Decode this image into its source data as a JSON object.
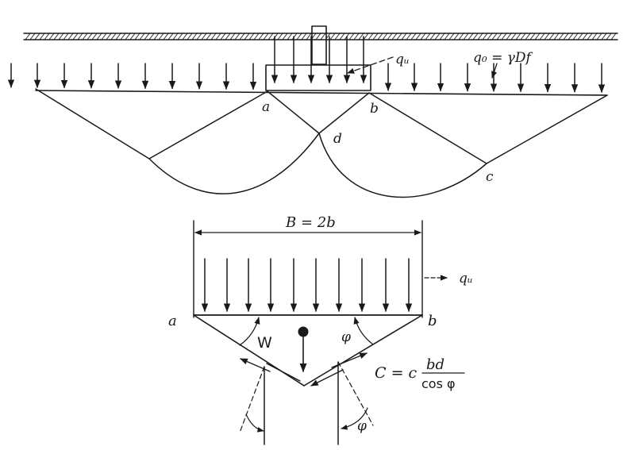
{
  "diagram": {
    "labels": {
      "qu_top": "qᵤ",
      "q0": "q₀ = γDf",
      "point_a_top": "a",
      "point_b_top": "b",
      "point_d": "d",
      "point_c": "c",
      "width": "B = 2b",
      "qu_bottom": "qᵤ",
      "point_a_bottom": "a",
      "point_b_bottom": "b",
      "weight": "W",
      "phi_right": "φ",
      "phi_bottom": "φ",
      "cohesion_lhs": "C = c",
      "cohesion_num": "bd",
      "cohesion_den": "cos φ"
    },
    "colors": {
      "ink": "#1a1a1a",
      "paper": "#ffffff"
    }
  }
}
